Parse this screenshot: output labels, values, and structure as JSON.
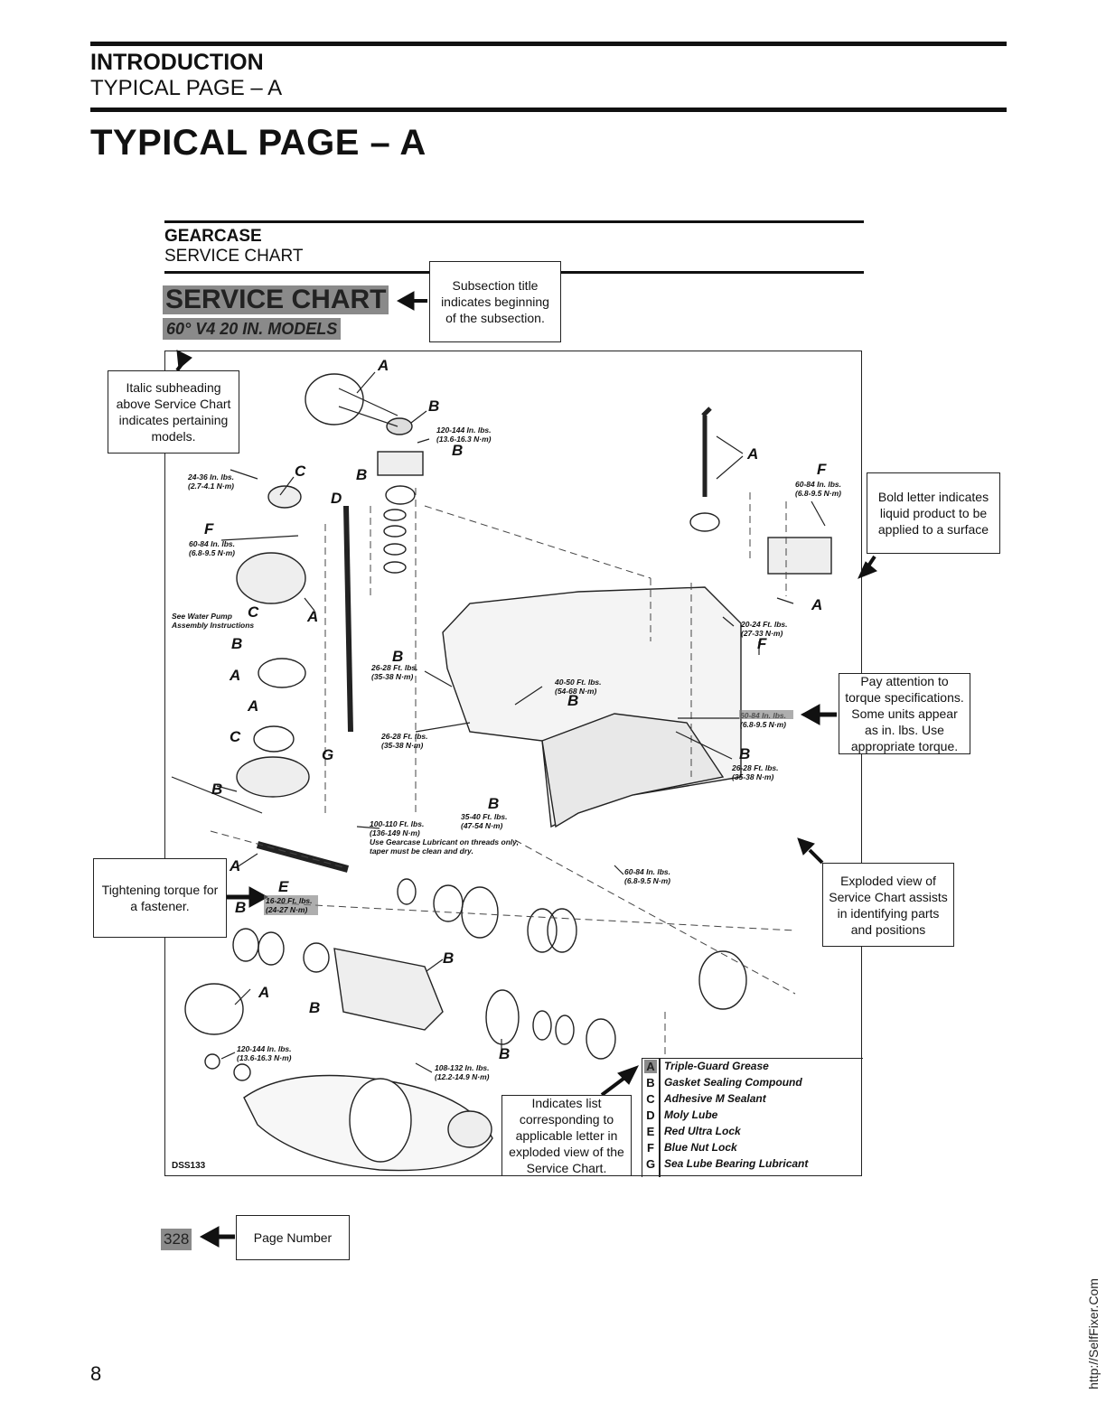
{
  "header": {
    "section": "INTRODUCTION",
    "subsection": "TYPICAL PAGE – A"
  },
  "page_title": "TYPICAL PAGE – A",
  "sample": {
    "section": "GEARCASE",
    "subsection": "SERVICE CHART",
    "heading": "SERVICE CHART",
    "subheading": "60° V4 20 IN. MODELS",
    "figure_id": "DSS133",
    "page_number": "328"
  },
  "callouts": {
    "subsection_title": "Subsection title indicates beginning of the subsection.",
    "italic_subheading": "Italic subheading above Service Chart indicates pertaining models.",
    "bold_letter": "Bold letter indicates liquid product to be applied to a surface",
    "torque_specs": "Pay attention to torque specifications. Some units appear as in. lbs. Use appropriate torque.",
    "exploded_view": "Exploded view of Service Chart assists in identifying parts and positions",
    "tightening_torque": "Tightening torque for a fastener.",
    "indicates_list": "Indicates list corresponding to applicable letter in exploded view of the Service Chart.",
    "page_number": "Page Number"
  },
  "legend": [
    {
      "key": "A",
      "label": "Triple-Guard Grease"
    },
    {
      "key": "B",
      "label": "Gasket Sealing Compound"
    },
    {
      "key": "C",
      "label": "Adhesive M Sealant"
    },
    {
      "key": "D",
      "label": "Moly Lube"
    },
    {
      "key": "E",
      "label": "Red Ultra Lock"
    },
    {
      "key": "F",
      "label": "Blue Nut Lock"
    },
    {
      "key": "G",
      "label": "Sea Lube Bearing Lubricant"
    }
  ],
  "torques": {
    "t1": "24-36 In. lbs.\n(2.7-4.1 N·m)",
    "t2": "60-84 In. lbs.\n(6.8-9.5 N·m)",
    "t3": "120-144 In. lbs.\n(13.6-16.3 N·m)",
    "t4": "60-84 In. lbs.\n(6.8-9.5 N·m)",
    "t5": "20-24 Ft. lbs.\n(27-33 N·m)",
    "t6": "26-28 Ft. lbs.\n(35-38 N·m)",
    "t7": "40-50 Ft. lbs.\n(54-68 N·m)",
    "t8": "60-84 In. lbs.\n(6.8-9.5 N·m)",
    "t9": "26-28 Ft. lbs.\n(35-38 N·m)",
    "t10": "26-28 Ft. lbs.\n(35-38 N·m)",
    "t11": "35-40 Ft. lbs.\n(47-54 N·m)",
    "t12": "100-110 Ft. lbs.\n(136-149 N·m)\nUse Gearcase Lubricant on threads only,\ntaper must be clean and dry.",
    "t13": "60-84 In. lbs.\n(6.8-9.5 N·m)",
    "t14": "16-20 Ft. lbs.\n(24-27 N·m)",
    "t15": "120-144 In. lbs.\n(13.6-16.3 N·m)",
    "t16": "108-132 In. lbs.\n(12.2-14.9 N·m)",
    "water_pump": "See Water Pump\nAssembly Instructions"
  },
  "footer": {
    "page": "8",
    "watermark": "http://SelfFixer.Com"
  }
}
